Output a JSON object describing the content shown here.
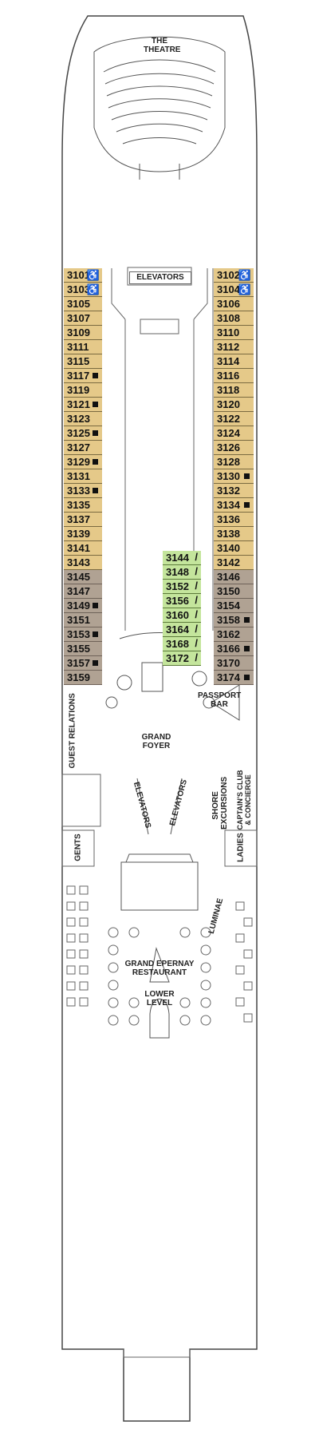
{
  "theatre": {
    "line1": "THE",
    "line2": "THEATRE"
  },
  "elevators_top": "ELEVATORS",
  "cabins_left_gold": [
    {
      "num": "3101",
      "mark": "wheelchair"
    },
    {
      "num": "3103",
      "mark": "wheelchair"
    },
    {
      "num": "3105",
      "mark": ""
    },
    {
      "num": "3107",
      "mark": ""
    },
    {
      "num": "3109",
      "mark": ""
    },
    {
      "num": "3111",
      "mark": ""
    },
    {
      "num": "3115",
      "mark": ""
    },
    {
      "num": "3117",
      "mark": "square"
    },
    {
      "num": "3119",
      "mark": ""
    },
    {
      "num": "3121",
      "mark": "square"
    },
    {
      "num": "3123",
      "mark": ""
    },
    {
      "num": "3125",
      "mark": "square"
    },
    {
      "num": "3127",
      "mark": ""
    },
    {
      "num": "3129",
      "mark": "square"
    },
    {
      "num": "3131",
      "mark": ""
    },
    {
      "num": "3133",
      "mark": "square"
    },
    {
      "num": "3135",
      "mark": ""
    },
    {
      "num": "3137",
      "mark": ""
    },
    {
      "num": "3139",
      "mark": ""
    },
    {
      "num": "3141",
      "mark": ""
    },
    {
      "num": "3143",
      "mark": ""
    }
  ],
  "cabins_left_taupe": [
    {
      "num": "3145",
      "mark": ""
    },
    {
      "num": "3147",
      "mark": ""
    },
    {
      "num": "3149",
      "mark": "square"
    },
    {
      "num": "3151",
      "mark": ""
    },
    {
      "num": "3153",
      "mark": "square"
    },
    {
      "num": "3155",
      "mark": ""
    },
    {
      "num": "3157",
      "mark": "square"
    },
    {
      "num": "3159",
      "mark": ""
    }
  ],
  "cabins_right_gold": [
    {
      "num": "3102",
      "mark": "wheelchair"
    },
    {
      "num": "3104",
      "mark": "wheelchair"
    },
    {
      "num": "3106",
      "mark": ""
    },
    {
      "num": "3108",
      "mark": ""
    },
    {
      "num": "3110",
      "mark": ""
    },
    {
      "num": "3112",
      "mark": ""
    },
    {
      "num": "3114",
      "mark": ""
    },
    {
      "num": "3116",
      "mark": ""
    },
    {
      "num": "3118",
      "mark": ""
    },
    {
      "num": "3120",
      "mark": ""
    },
    {
      "num": "3122",
      "mark": ""
    },
    {
      "num": "3124",
      "mark": ""
    },
    {
      "num": "3126",
      "mark": ""
    },
    {
      "num": "3128",
      "mark": ""
    },
    {
      "num": "3130",
      "mark": "square"
    },
    {
      "num": "3132",
      "mark": ""
    },
    {
      "num": "3134",
      "mark": "square"
    },
    {
      "num": "3136",
      "mark": ""
    },
    {
      "num": "3138",
      "mark": ""
    },
    {
      "num": "3140",
      "mark": ""
    },
    {
      "num": "3142",
      "mark": ""
    }
  ],
  "cabins_right_taupe": [
    {
      "num": "3146",
      "mark": ""
    },
    {
      "num": "3150",
      "mark": ""
    },
    {
      "num": "3154",
      "mark": ""
    },
    {
      "num": "3158",
      "mark": "square"
    },
    {
      "num": "3162",
      "mark": ""
    },
    {
      "num": "3166",
      "mark": "square"
    },
    {
      "num": "3170",
      "mark": ""
    },
    {
      "num": "3174",
      "mark": "square"
    }
  ],
  "cabins_center_green": [
    {
      "num": "3144",
      "mark": "slash"
    },
    {
      "num": "3148",
      "mark": "slash"
    },
    {
      "num": "3152",
      "mark": "slash"
    },
    {
      "num": "3156",
      "mark": "slash"
    },
    {
      "num": "3160",
      "mark": "slash"
    },
    {
      "num": "3164",
      "mark": "slash"
    },
    {
      "num": "3168",
      "mark": "slash"
    },
    {
      "num": "3172",
      "mark": "slash"
    }
  ],
  "labels": {
    "guest_relations": "GUEST RELATIONS",
    "passport_bar": [
      "PASSPORT",
      "BAR"
    ],
    "grand_foyer": [
      "GRAND",
      "FOYER"
    ],
    "elevators_left": "ELEVATORS",
    "elevators_right": "ELEVATORS",
    "shore_excursions": [
      "SHORE",
      "EXCURSIONS"
    ],
    "captains_club": [
      "CAPTAIN'S CLUB",
      "& CONCIERGE"
    ],
    "gents": "GENTS",
    "ladies": "LADIES",
    "luminae": "LUMINAE",
    "restaurant": [
      "GRAND EPERNAY",
      "RESTAURANT"
    ],
    "lower_level": [
      "LOWER",
      "LEVEL"
    ]
  },
  "colors": {
    "balcony_cabin": "#e5c989",
    "oceanview_cabin": "#b0a293",
    "inside_cabin": "#c4e59c"
  }
}
